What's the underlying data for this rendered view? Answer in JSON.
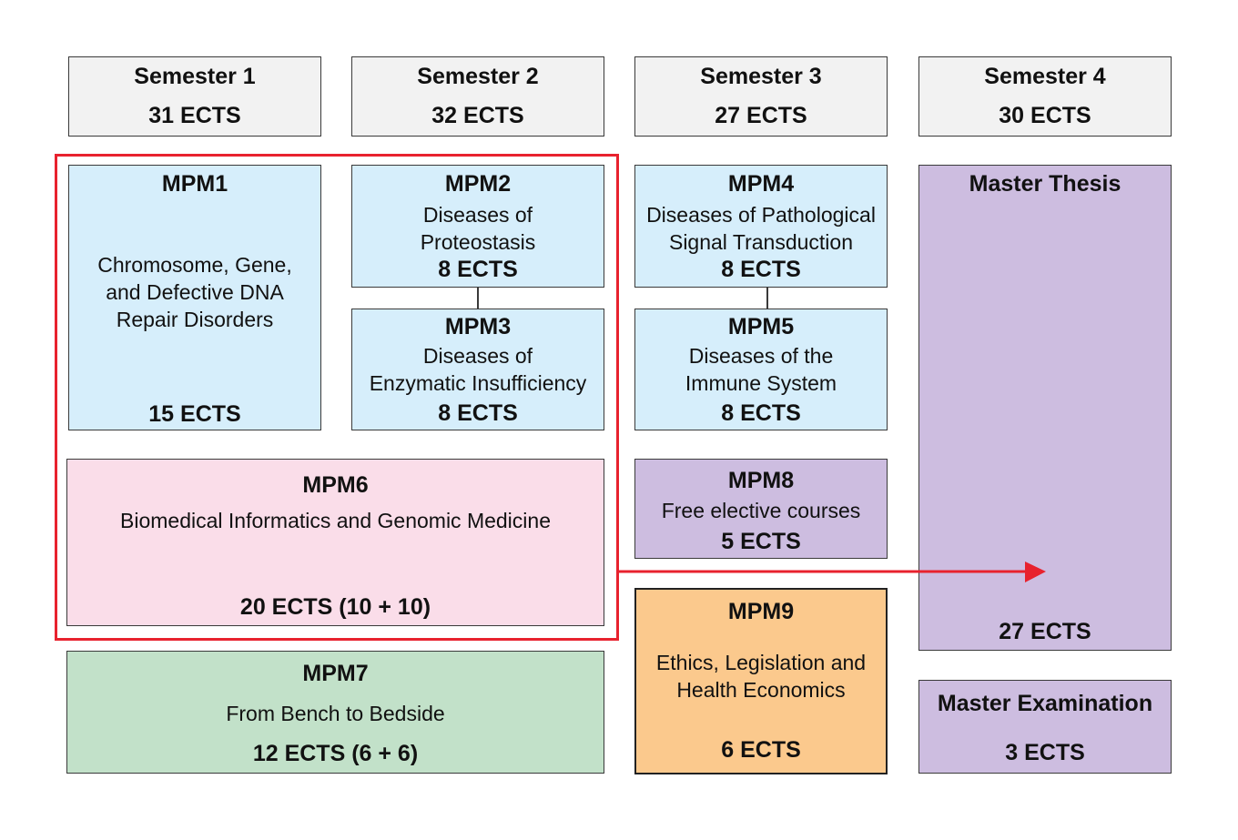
{
  "semesters": [
    {
      "title": "Semester 1",
      "ects": "31 ECTS"
    },
    {
      "title": "Semester 2",
      "ects": "32 ECTS"
    },
    {
      "title": "Semester 3",
      "ects": "27 ECTS"
    },
    {
      "title": "Semester 4",
      "ects": "30 ECTS"
    }
  ],
  "modules": {
    "mpm1": {
      "title": "MPM1",
      "desc1": "Chromosome, Gene,",
      "desc2": "and Defective DNA",
      "desc3": "Repair Disorders",
      "ects": "15 ECTS"
    },
    "mpm2": {
      "title": "MPM2",
      "desc1": "Diseases of",
      "desc2": "Proteostasis",
      "ects": "8 ECTS"
    },
    "mpm3": {
      "title": "MPM3",
      "desc1": "Diseases of",
      "desc2": "Enzymatic Insufficiency",
      "ects": "8 ECTS"
    },
    "mpm4": {
      "title": "MPM4",
      "desc1": "Diseases of Pathological",
      "desc2": "Signal Transduction",
      "ects": "8 ECTS"
    },
    "mpm5": {
      "title": "MPM5",
      "desc1": "Diseases of the",
      "desc2": "Immune System",
      "ects": "8 ECTS"
    },
    "mpm6": {
      "title": "MPM6",
      "desc1": "Biomedical Informatics and Genomic Medicine",
      "ects": "20 ECTS (10 + 10)"
    },
    "mpm7": {
      "title": "MPM7",
      "desc1": "From Bench to Bedside",
      "ects": "12 ECTS (6 + 6)"
    },
    "mpm8": {
      "title": "MPM8",
      "desc1": "Free elective courses",
      "ects": "5 ECTS"
    },
    "mpm9": {
      "title": "MPM9",
      "desc1": "Ethics, Legislation and",
      "desc2": "Health Economics",
      "ects": "6 ECTS"
    },
    "thesis": {
      "title": "Master Thesis",
      "ects": "27 ECTS"
    },
    "exam": {
      "title": "Master Examination",
      "ects": "3 ECTS"
    }
  },
  "colors": {
    "semester": "#f2f2f2",
    "core_module": "#d6eefb",
    "informatics_module": "#fadde9",
    "bench_module": "#c2e1c9",
    "elective_thesis": "#cdbde0",
    "ethics_module": "#fbc98d",
    "highlight": "#e8222e"
  }
}
